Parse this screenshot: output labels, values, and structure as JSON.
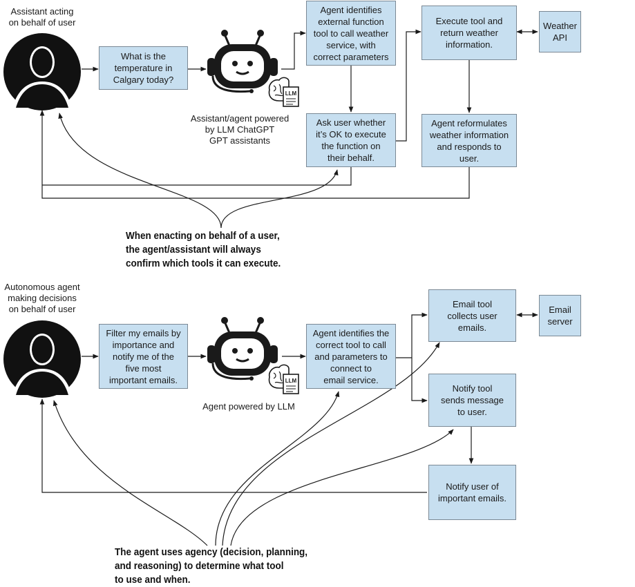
{
  "top": {
    "user_label": "Assistant acting\non behalf of user",
    "question": "What is the\ntemperature in\nCalgary today?",
    "agent_label": "Assistant/agent powered\nby LLM ChatGPT\nGPT assistants",
    "identify": "Agent identifies\nexternal function\ntool to call weather\nservice, with\ncorrect parameters",
    "ask": "Ask user whether\nit’s OK to execute\nthe function on\ntheir behalf.",
    "execute": "Execute tool and\nreturn weather\ninformation.",
    "api": "Weather\nAPI",
    "reformulate": "Agent reformulates\nweather information\nand responds to\nuser.",
    "callout": "When enacting on behalf of a user,\nthe agent/assistant will always\nconfirm which tools it can execute."
  },
  "bottom": {
    "user_label": "Autonomous agent\nmaking decisions\non behalf of user",
    "request": "Filter my emails by\nimportance and\nnotify me of the\nfive most\nimportant emails.",
    "agent_label": "Agent powered by LLM",
    "identify": "Agent identifies the\ncorrect tool to call\nand parameters to\nconnect to\nemail service.",
    "email_tool": "Email tool\ncollects user\nemails.",
    "email_server": "Email\nserver",
    "notify_tool": "Notify tool\nsends message\nto user.",
    "notify_user": "Notify user of\nimportant emails.",
    "callout": "The agent uses agency (decision, planning,\nand reasoning) to determine what tool\nto use and when."
  },
  "icons": {
    "llm_badge": "LLM",
    "user_icon": "person-silhouette-icon",
    "robot_icon": "robot-headset-icon",
    "brain_doc_icon": "brain-document-icon"
  },
  "colors": {
    "box_fill": "#c7dff0",
    "box_border": "#7a8894",
    "line": "#1a1a1a"
  }
}
